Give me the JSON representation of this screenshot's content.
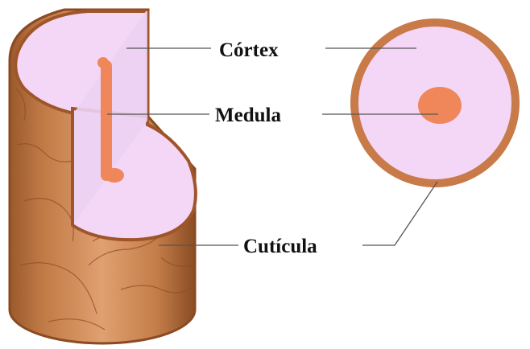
{
  "labels": {
    "cortex": "Córtex",
    "medula": "Medula",
    "cuticula": "Cutícula"
  },
  "colors": {
    "cortex": "#f4d7f6",
    "cortex_face": "#ead0f2",
    "medula": "#f0875a",
    "cuticle": "#c87a48",
    "cuticle_dark": "#8c4a22",
    "outline": "#a0542a",
    "leader": "#555555"
  }
}
